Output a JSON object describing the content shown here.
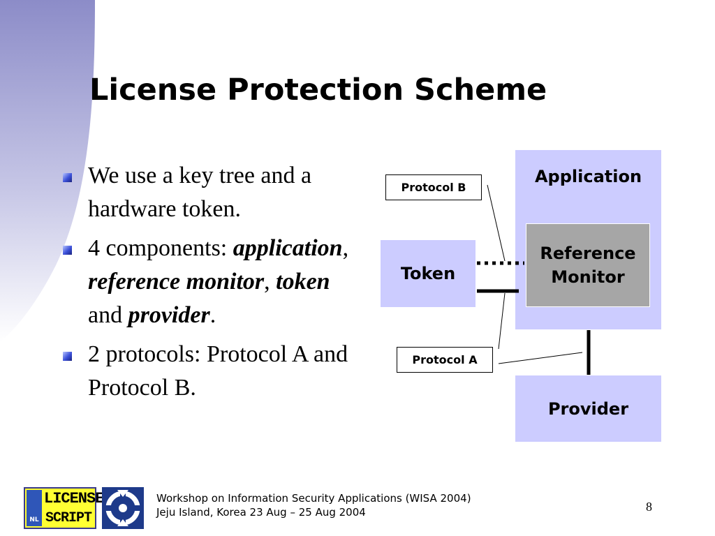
{
  "slide": {
    "title": "License Protection Scheme",
    "bullets": {
      "b1": "We use a key tree and a hardware token.",
      "b2_prefix": "4 components: ",
      "b2_application": "application",
      "b2_comma1": ", ",
      "b2_reference_monitor": "reference monitor",
      "b2_comma2": ", ",
      "b2_token": "token",
      "b2_and": " and ",
      "b2_provider": "provider",
      "b2_period": ".",
      "b3": "2 protocols: Protocol A and Protocol B."
    }
  },
  "diagram": {
    "application": "Application",
    "reference_monitor": "Reference Monitor",
    "token": "Token",
    "provider": "Provider",
    "protocol_b": "Protocol B",
    "protocol_a": "Protocol A"
  },
  "footer": {
    "line1": "Workshop on Information Security Applications (WISA 2004)",
    "line2": "Jeju Island, Korea 23 Aug – 25 Aug 2004",
    "page_number": "8",
    "logo": {
      "nl": "NL",
      "license": "LICENSE",
      "script": "SCRIPT"
    }
  },
  "colors": {
    "box_fill": "#ccccff",
    "monitor_fill": "#a6a6a6",
    "decoration": "#9a9ad0",
    "bullet": "#3a4fd8"
  },
  "icons": {
    "bullet": "square-bullet-icon",
    "emblem": "circular-arrows-emblem-icon"
  }
}
